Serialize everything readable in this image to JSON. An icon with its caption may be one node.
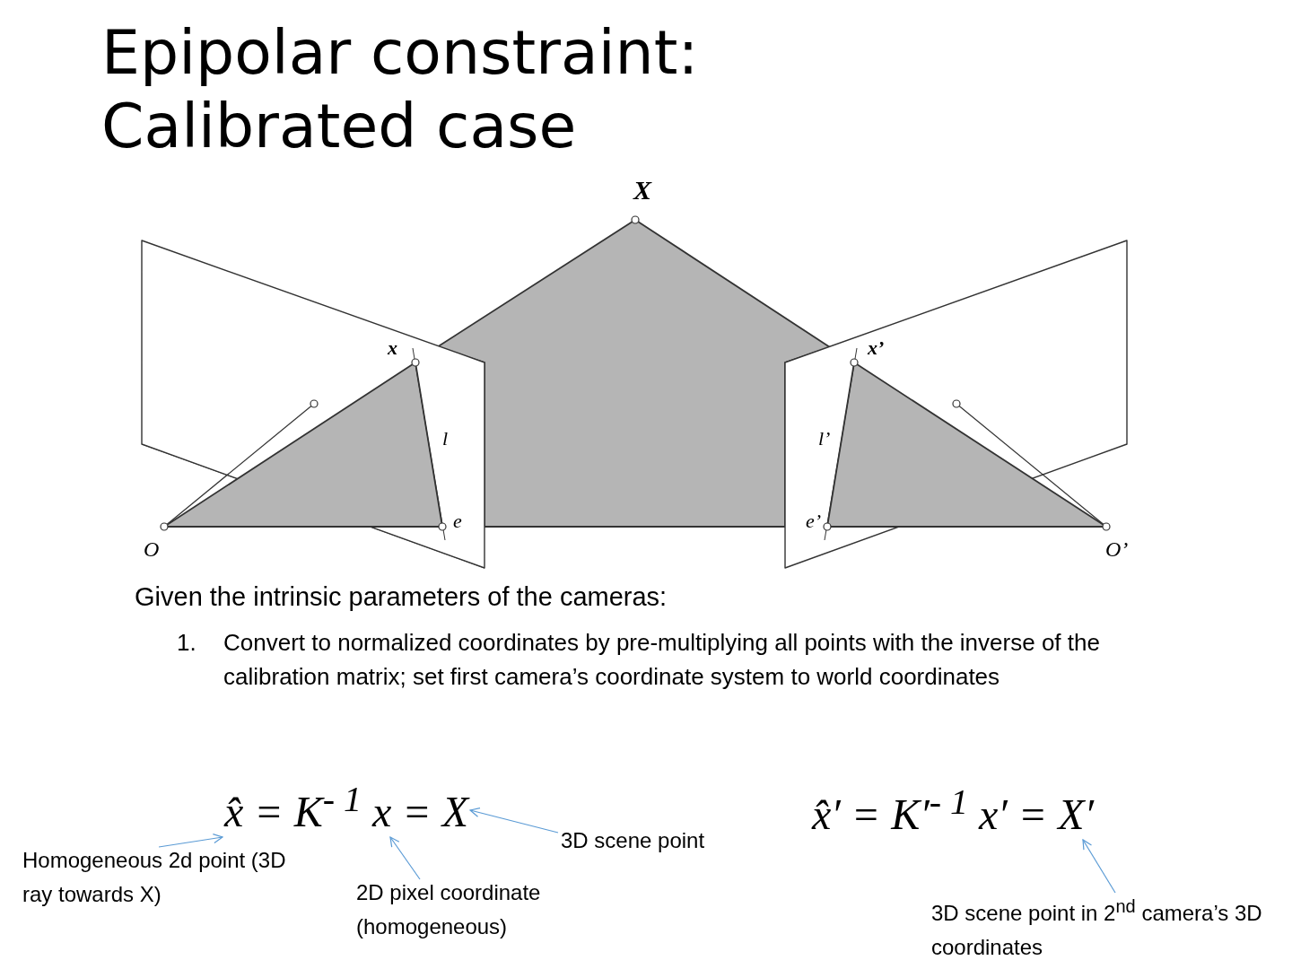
{
  "diagram": {
    "title": "Epipolar constraint: Calibrated case",
    "nodes": [
      {
        "text": [
          "Homogeneous 2d point (3D ray towards X)"
        ]
      },
      {
        "text": [
          "2D pixel coordinate (homogeneous)"
        ]
      },
      {
        "text": [
          "3D scene point"
        ]
      },
      {
        "text": [
          "3D scene point in 2$^{nd}$ camera’s 3D coordinates"
        ]
      },
      {
        "text": [
          "x̂ = K$^{- 1}$ x = X"
        ]
      },
      {
        "text": [
          "x̂′ = K′$^{- 1}$ x′ = X′"
        ]
      }
    ],
    "edges": [
      {
        "from": 0,
        "to": 4,
        "arrow": "to"
      },
      {
        "from": 1,
        "to": 4,
        "arrow": "to"
      },
      {
        "from": 2,
        "to": 4,
        "arrow": "to"
      },
      {
        "from": 3,
        "to": 5,
        "arrow": "to"
      }
    ],
    "labels": [
      "X",
      "x",
      "x’",
      "l",
      "l’",
      "e",
      "e’",
      "O",
      "O’",
      "Given the intrinsic parameters of the cameras:",
      "1.",
      "Convert to normalized coordinates by pre-multiplying all points with the inverse of the calibration matrix; set first camera’s coordinate system to world coordinates"
    ]
  }
}
